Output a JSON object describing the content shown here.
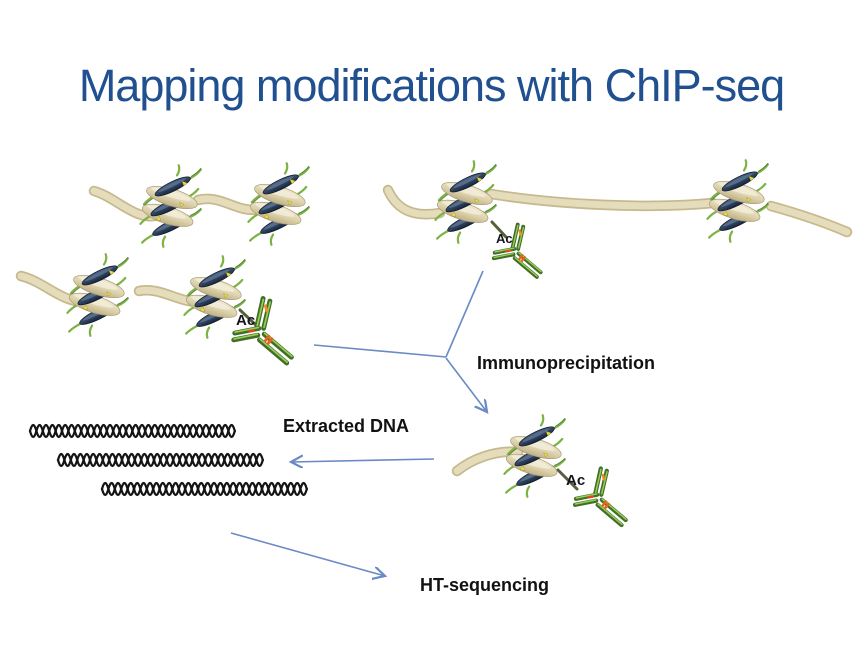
{
  "title": "Mapping modifications with ChIP-seq",
  "labels": {
    "immunoprecipitation": "Immunoprecipitation",
    "extracted_dna": "Extracted DNA",
    "ht_sequencing": "HT-sequencing"
  },
  "ac_labels": [
    "Ac",
    "Ac",
    "Ac"
  ],
  "colors": {
    "background": "#FFFFFF",
    "title_blue": "#20508F",
    "arrow_blue": "#6A8AC5",
    "dna_fragment_black": "#141414",
    "dna_ribbon_tan": "#DCD2AC",
    "histone_core_navy": "#24344E",
    "histone_tail_green": "#7CB342",
    "antibody_green": "#3F7026",
    "modification_mark_orange": "#E8641E",
    "modification_mark_yellow": "#F0E23E"
  }
}
